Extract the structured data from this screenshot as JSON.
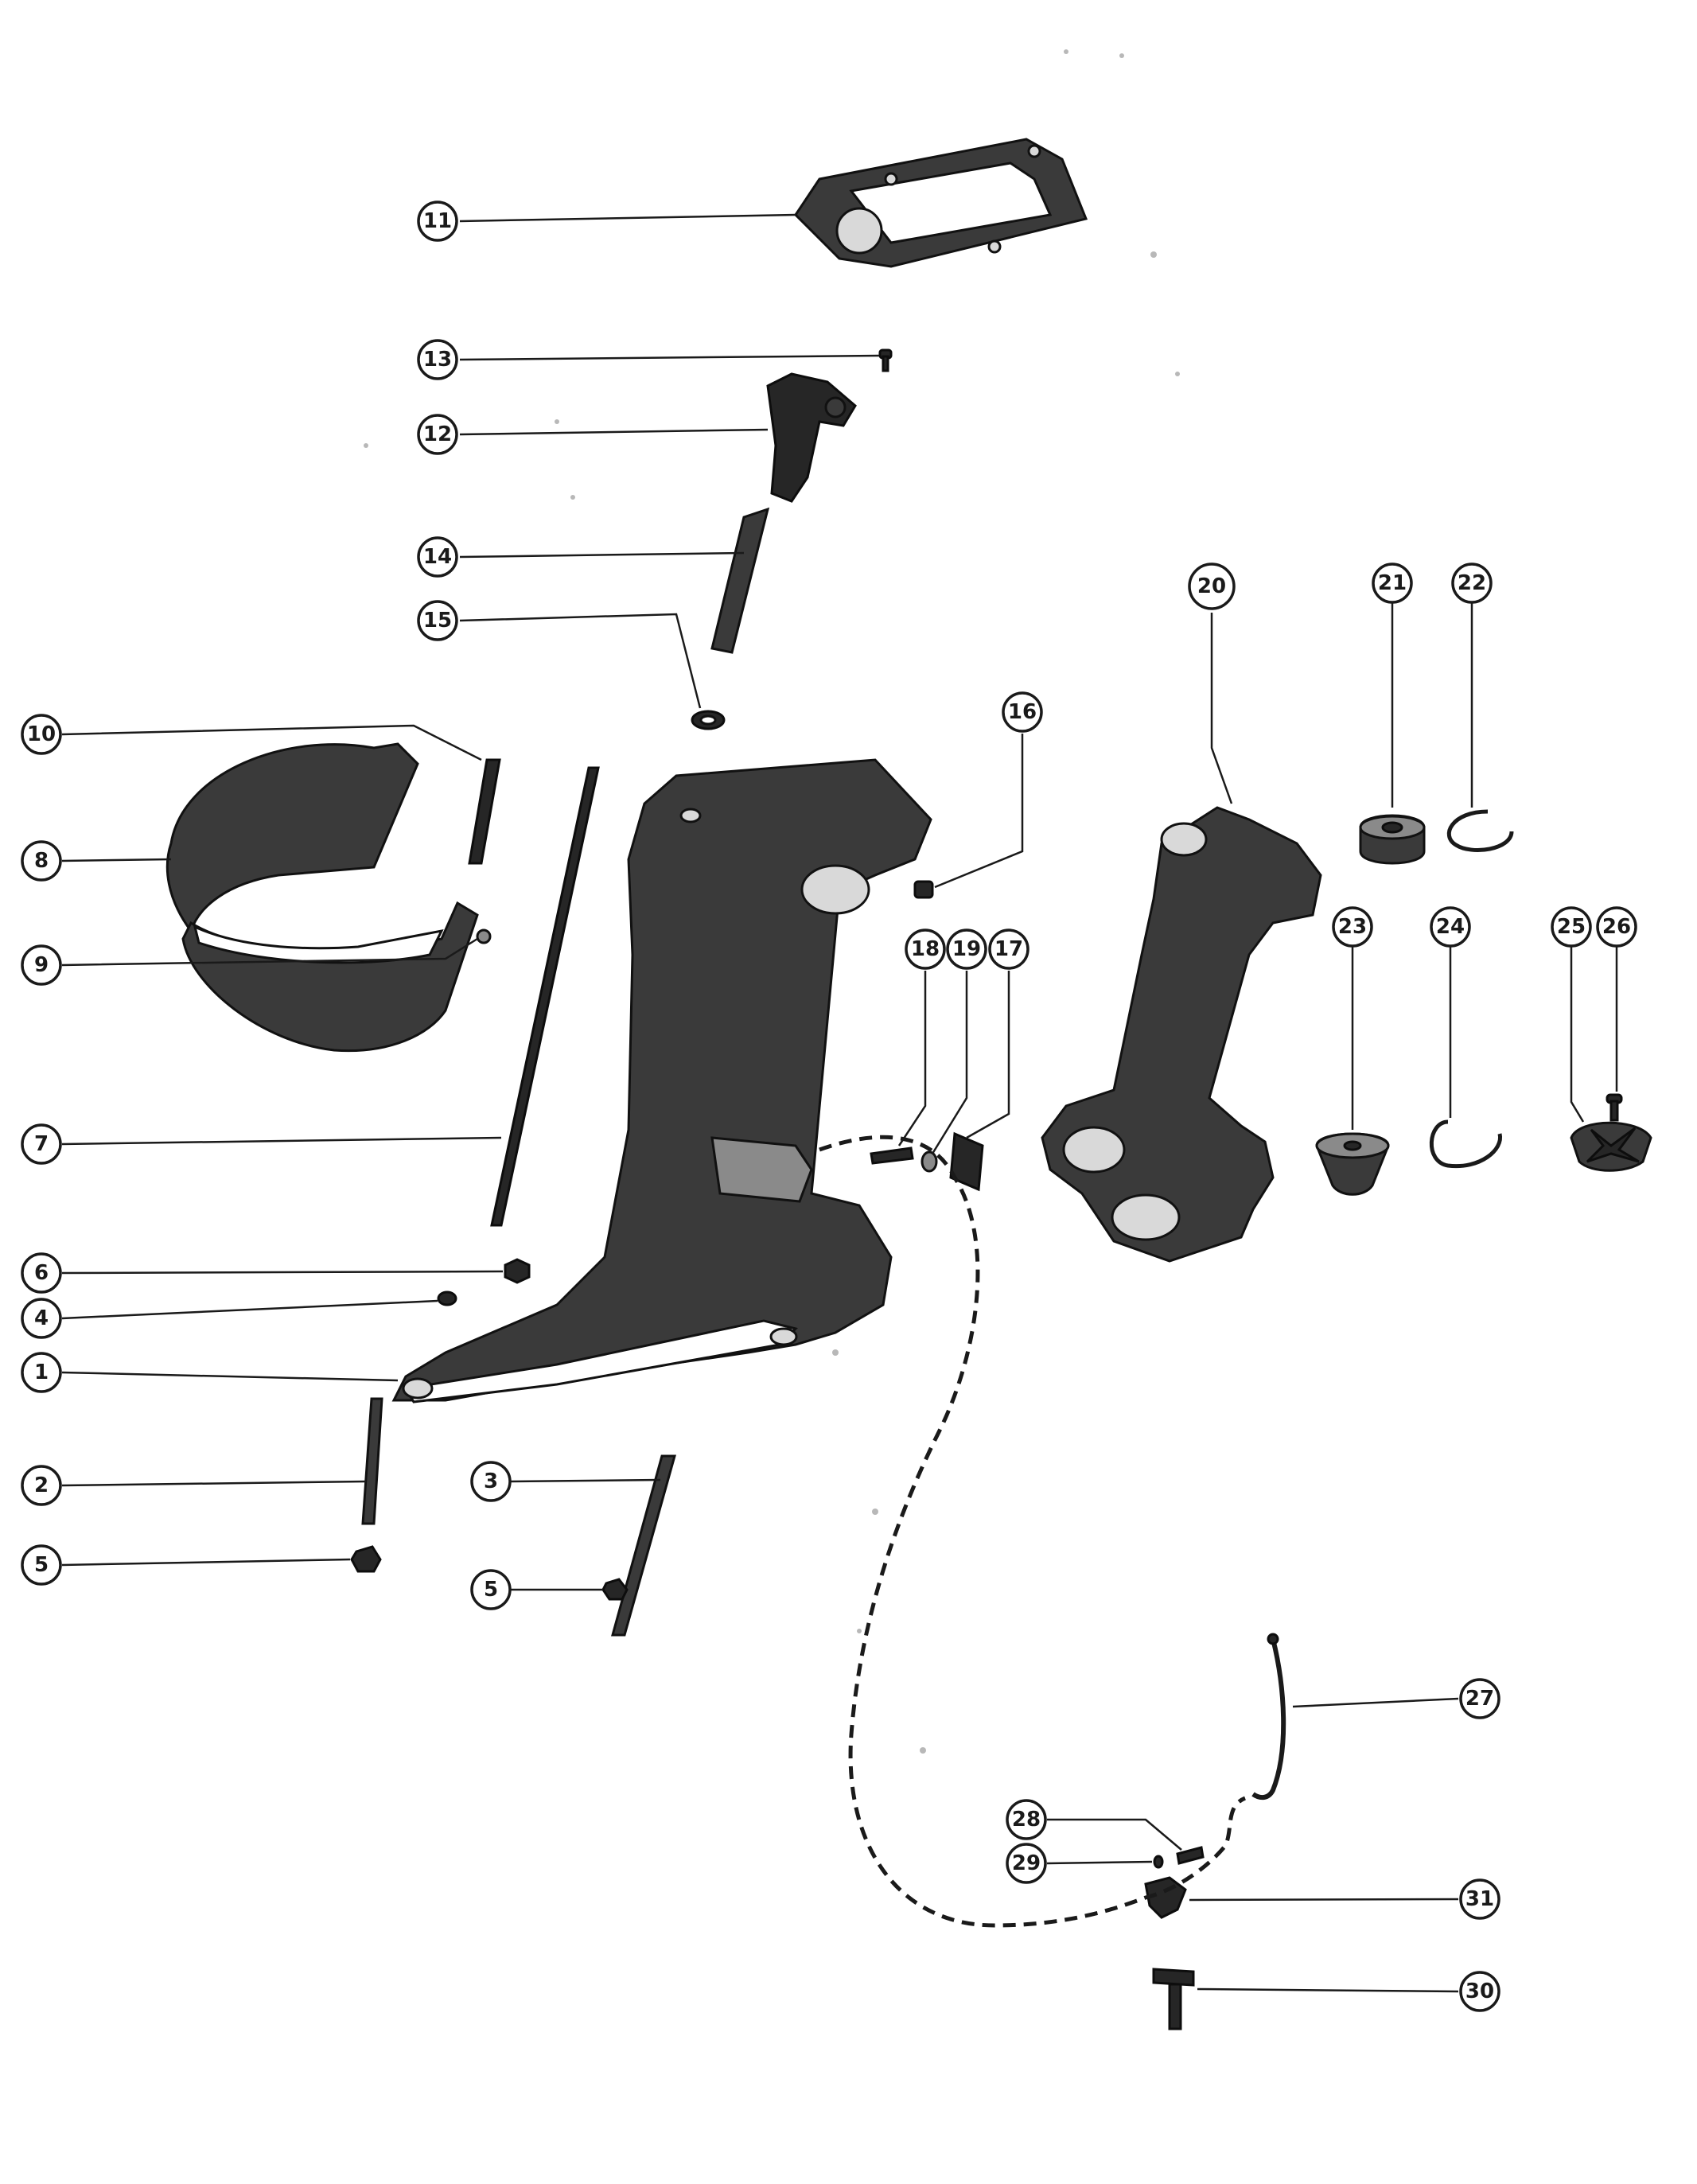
{
  "callouts": [
    {
      "id": "c11",
      "label": "11"
    },
    {
      "id": "c13",
      "label": "13"
    },
    {
      "id": "c12",
      "label": "12"
    },
    {
      "id": "c14",
      "label": "14"
    },
    {
      "id": "c15",
      "label": "15"
    },
    {
      "id": "c10",
      "label": "10"
    },
    {
      "id": "c8",
      "label": "8"
    },
    {
      "id": "c9",
      "label": "9"
    },
    {
      "id": "c7",
      "label": "7"
    },
    {
      "id": "c6",
      "label": "6"
    },
    {
      "id": "c4",
      "label": "4"
    },
    {
      "id": "c1",
      "label": "1"
    },
    {
      "id": "c2",
      "label": "2"
    },
    {
      "id": "c5a",
      "label": "5"
    },
    {
      "id": "c3",
      "label": "3"
    },
    {
      "id": "c5b",
      "label": "5"
    },
    {
      "id": "c16",
      "label": "16"
    },
    {
      "id": "c18",
      "label": "18"
    },
    {
      "id": "c19",
      "label": "19"
    },
    {
      "id": "c17",
      "label": "17"
    },
    {
      "id": "c20",
      "label": "20"
    },
    {
      "id": "c21",
      "label": "21"
    },
    {
      "id": "c22",
      "label": "22"
    },
    {
      "id": "c23",
      "label": "23"
    },
    {
      "id": "c24",
      "label": "24"
    },
    {
      "id": "c25",
      "label": "25"
    },
    {
      "id": "c26",
      "label": "26"
    },
    {
      "id": "c27",
      "label": "27"
    },
    {
      "id": "c28",
      "label": "28"
    },
    {
      "id": "c29",
      "label": "29"
    },
    {
      "id": "c31",
      "label": "31"
    },
    {
      "id": "c30",
      "label": "30"
    }
  ]
}
